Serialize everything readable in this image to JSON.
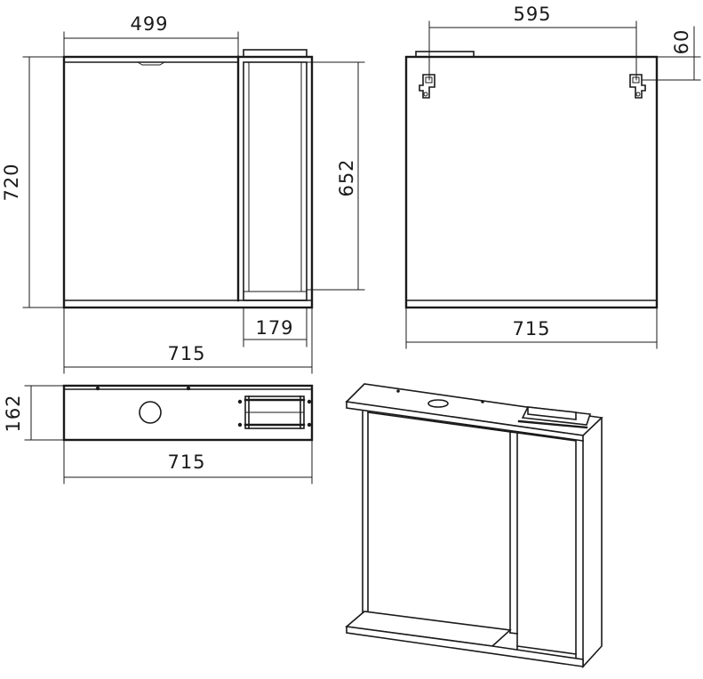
{
  "dimensions": {
    "front_door_width": "499",
    "front_height": "720",
    "shelf_height": "652",
    "shelf_width": "179",
    "front_total_width": "715",
    "back_bracket_spacing": "595",
    "back_bracket_offset": "60",
    "back_total_width": "715",
    "top_depth": "162",
    "top_total_width": "715"
  },
  "colors": {
    "line": "#1a1a1a",
    "background": "#ffffff"
  }
}
